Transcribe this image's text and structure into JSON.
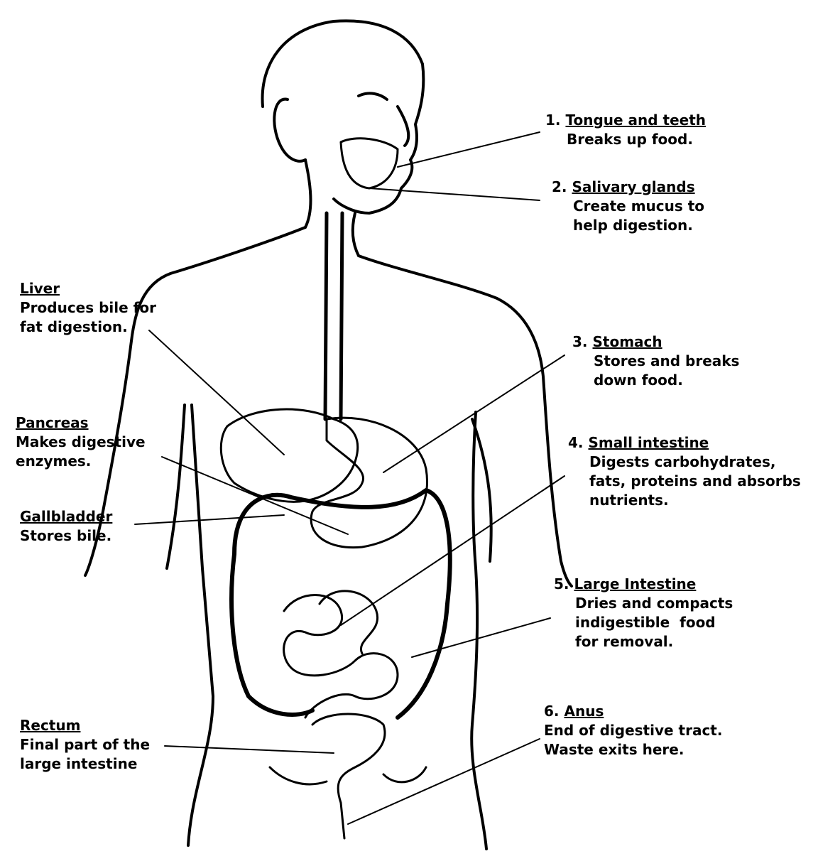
{
  "diagram": {
    "subject": "Human digestive system",
    "line_color": "#000000",
    "background": "#ffffff"
  },
  "labels": {
    "tongue": {
      "number": "1.",
      "title": "Tongue and teeth",
      "desc": [
        "Breaks up food."
      ]
    },
    "salivary": {
      "number": "2.",
      "title": "Salivary glands",
      "desc": [
        "Create mucus to",
        "help digestion."
      ]
    },
    "stomach": {
      "number": "3.",
      "title": "Stomach",
      "desc": [
        "Stores and breaks",
        "down food."
      ]
    },
    "small_intestine": {
      "number": "4.",
      "title": "Small intestine",
      "desc": [
        "Digests carbohydrates,",
        "fats, proteins and absorbs",
        "nutrients."
      ]
    },
    "large_intestine": {
      "number": "5.",
      "title": "Large Intestine",
      "desc": [
        "Dries and compacts",
        "indigestible  food",
        "for removal."
      ]
    },
    "anus": {
      "number": "6.",
      "title": "Anus",
      "desc": [
        "End of digestive tract.",
        "Waste exits here."
      ]
    },
    "liver": {
      "title": "Liver",
      "desc": [
        "Produces bile for",
        "fat digestion."
      ]
    },
    "pancreas": {
      "title": "Pancreas",
      "desc": [
        "Makes digestive",
        "enzymes."
      ]
    },
    "gallbladder": {
      "title": "Gallbladder",
      "desc": [
        "Stores bile."
      ]
    },
    "rectum": {
      "title": "Rectum",
      "desc": [
        "Final part of the",
        "large intestine"
      ]
    }
  }
}
